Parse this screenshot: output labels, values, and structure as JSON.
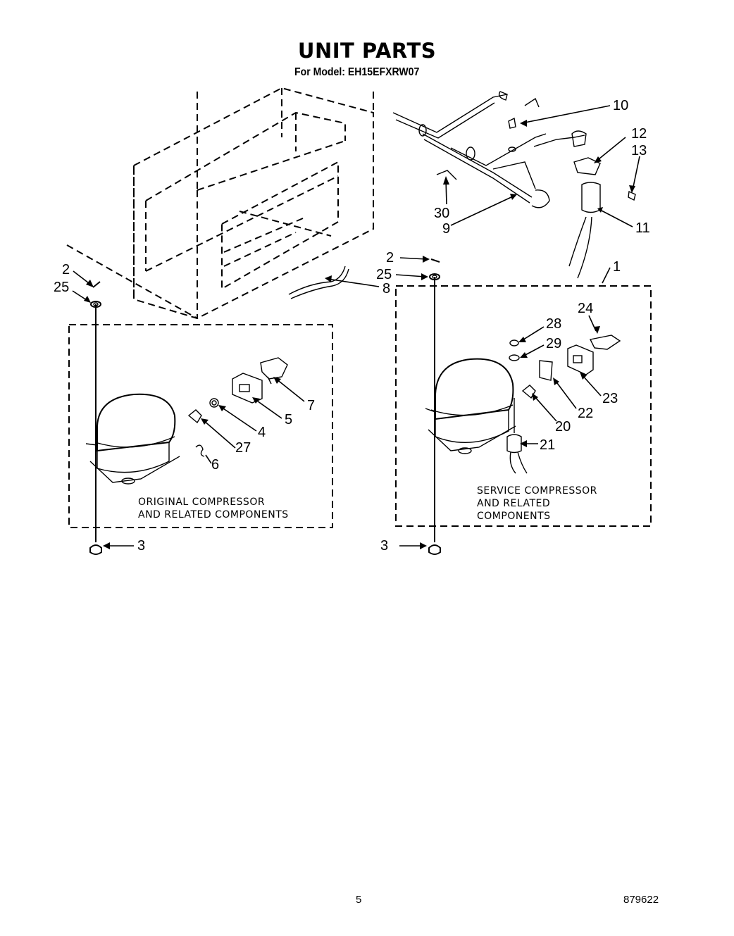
{
  "header": {
    "title": "UNIT PARTS",
    "subtitle": "For Model: EH15EFXRW07"
  },
  "groups": {
    "original": [
      "ORIGINAL COMPRESSOR",
      "AND RELATED COMPONENTS"
    ],
    "service": [
      "SERVICE COMPRESSOR",
      "AND RELATED",
      "COMPONENTS"
    ]
  },
  "callouts": {
    "c10": "10",
    "c12": "12",
    "c13": "13",
    "c30": "30",
    "c9": "9",
    "c11": "11",
    "c1": "1",
    "c2r": "2",
    "c25r": "25",
    "c8": "8",
    "c2l": "2",
    "c25l": "25",
    "c7": "7",
    "c5": "5",
    "c4": "4",
    "c27": "27",
    "c6": "6",
    "c3l": "3",
    "c24": "24",
    "c28": "28",
    "c29": "29",
    "c23": "23",
    "c22": "22",
    "c20": "20",
    "c21": "21",
    "c3r": "3"
  },
  "footer": {
    "page_number": "5",
    "doc_number": "879622"
  }
}
